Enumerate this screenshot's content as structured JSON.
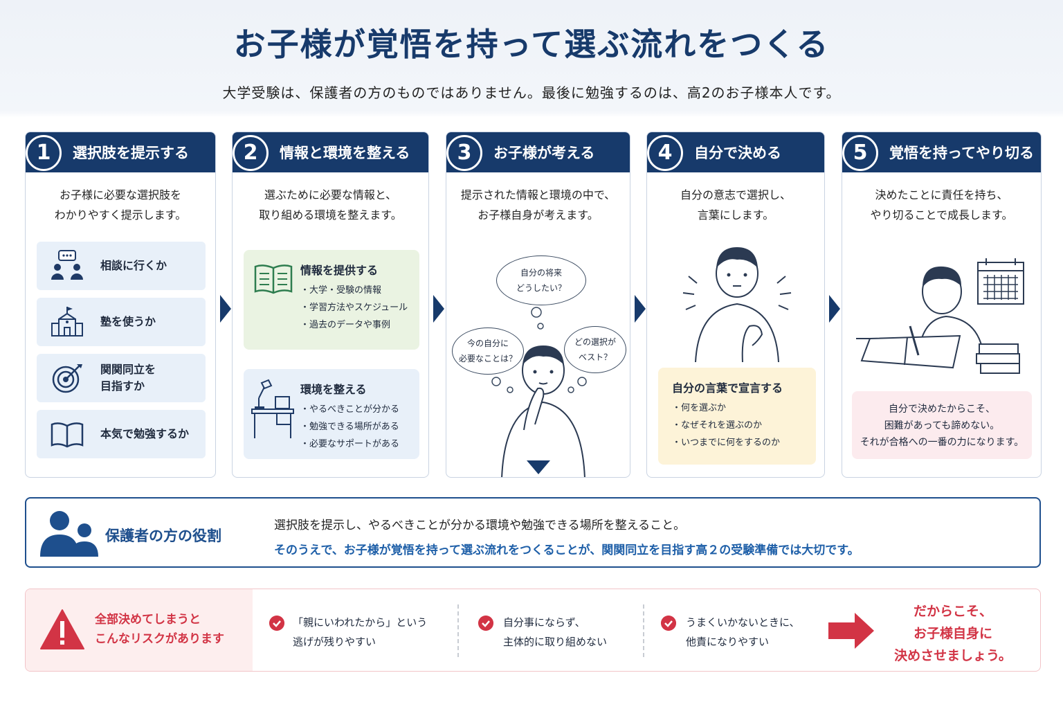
{
  "title": "お子様が覚悟を持って選ぶ流れをつくる",
  "subtitle": "大学受験は、保護者の方のものではありません。最後に勉強するのは、高2のお子様本人です。",
  "steps": [
    {
      "num": "1",
      "title": "選択肢を提示する",
      "desc": "お子様に必要な選択肢を\nわかりやすく提示します。",
      "options": [
        {
          "label": "相談に行くか",
          "icon": "people-chat-icon"
        },
        {
          "label": "塾を使うか",
          "icon": "school-building-icon"
        },
        {
          "label": "関関同立を\n目指すか",
          "icon": "target-icon"
        },
        {
          "label": "本気で勉強するか",
          "icon": "open-book-icon"
        }
      ]
    },
    {
      "num": "2",
      "title": "情報と環境を整える",
      "desc": "選ぶために必要な情報と、\n取り組める環境を整えます。",
      "info": {
        "title": "情報を提供する",
        "items": [
          "・大学・受験の情報",
          "・学習方法やスケジュール",
          "・過去のデータや事例"
        ]
      },
      "env": {
        "title": "環境を整える",
        "items": [
          "・やるべきことが分かる",
          "・勉強できる場所がある",
          "・必要なサポートがある"
        ]
      }
    },
    {
      "num": "3",
      "title": "お子様が考える",
      "desc": "提示された情報と環境の中で、\nお子様自身が考えます。",
      "bubbles": [
        "自分の将来\nどうしたい？",
        "今の自分に\n必要なことは？",
        "どの選択が\nベスト？"
      ]
    },
    {
      "num": "4",
      "title": "自分で決める",
      "desc": "自分の意志で選択し、\n言葉にします。",
      "declare": {
        "title": "自分の言葉で宣言する",
        "items": [
          "・何を選ぶか",
          "・なぜそれを選ぶのか",
          "・いつまでに何をするのか"
        ]
      }
    },
    {
      "num": "5",
      "title": "覚悟を持ってやり切る",
      "desc": "決めたことに責任を持ち、\nやり切ることで成長します。",
      "note": "自分で決めたからこそ、\n困難があっても諦めない。\nそれが合格への一番の力になります。"
    }
  ],
  "role": {
    "title": "保護者の方の役割",
    "line1": "選択肢を提示し、やるべきことが分かる環境や勉強できる場所を整えること。",
    "line2": "そのうえで、お子様が覚悟を持って選ぶ流れをつくることが、関関同立を目指す高２の受験準備では大切です。"
  },
  "risk": {
    "title": "全部決めてしまうと\nこんなリスクがあります",
    "items": [
      "「親にいわれたから」という\n逃げが残りやすい",
      "自分事にならず、\n主体的に取り組めない",
      "うまくいかないときに、\n他責になりやすい"
    ],
    "conclusion": "だからこそ、\nお子様自身に\n決めさせましょう。"
  },
  "colors": {
    "navy": "#173a6b",
    "blue": "#1e5fa8",
    "red": "#d23445",
    "green_box": "#eaf3e2",
    "blue_box": "#e8f0f9",
    "yellow_box": "#fdf3d8",
    "pink_box": "#fcebee"
  }
}
